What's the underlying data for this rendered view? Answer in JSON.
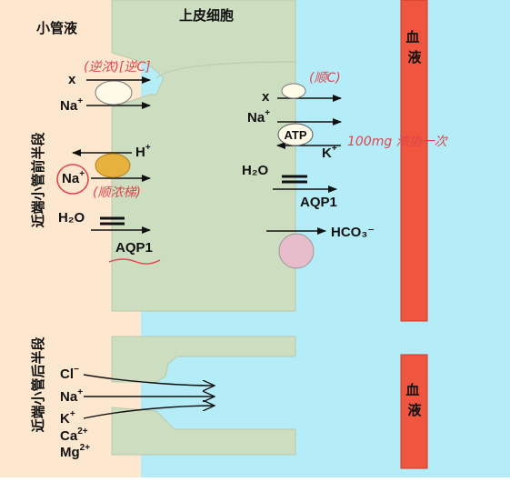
{
  "labels": {
    "lumen": "小管液",
    "epithelium": "上皮细胞",
    "blood_top": "血液",
    "blood_bottom": "血液",
    "front_segment": "近端小管前半段",
    "back_segment": "近端小管后半段",
    "x_left": "x",
    "na_left": "Na",
    "h_plus": "H",
    "na_left2": "Na",
    "h2o_left": "H₂O",
    "aqp1_left": "AQP1",
    "x_right": "x",
    "na_right": "Na",
    "atp": "ATP",
    "k_right": "K",
    "h2o_right": "H₂O",
    "aqp1_right": "AQP1",
    "hco3": "HCO₃⁻",
    "cl": "Cl",
    "na_bottom": "Na",
    "k_bottom": "K",
    "ca": "Ca",
    "mg": "Mg",
    "sup_plus": "+",
    "sup_minus": "−",
    "sup_2plus": "2+"
  },
  "handwritten": {
    "note1": "(逆浓)[逆C]",
    "note2": "(顺C)",
    "note3": "(顺浓梯)",
    "note4": "100mg 浓协一次"
  },
  "colors": {
    "lumen_bg": "#fde8cf",
    "interstitial_bg": "#b4ecf7",
    "cell_fill": "#cdddc0",
    "blood_vessel": "#f0553d",
    "ink_red": "#e0454f",
    "carrier_white": "#fffbe8",
    "carrier_orange": "#e6b13c",
    "carrier_pink": "#e7bccb"
  }
}
